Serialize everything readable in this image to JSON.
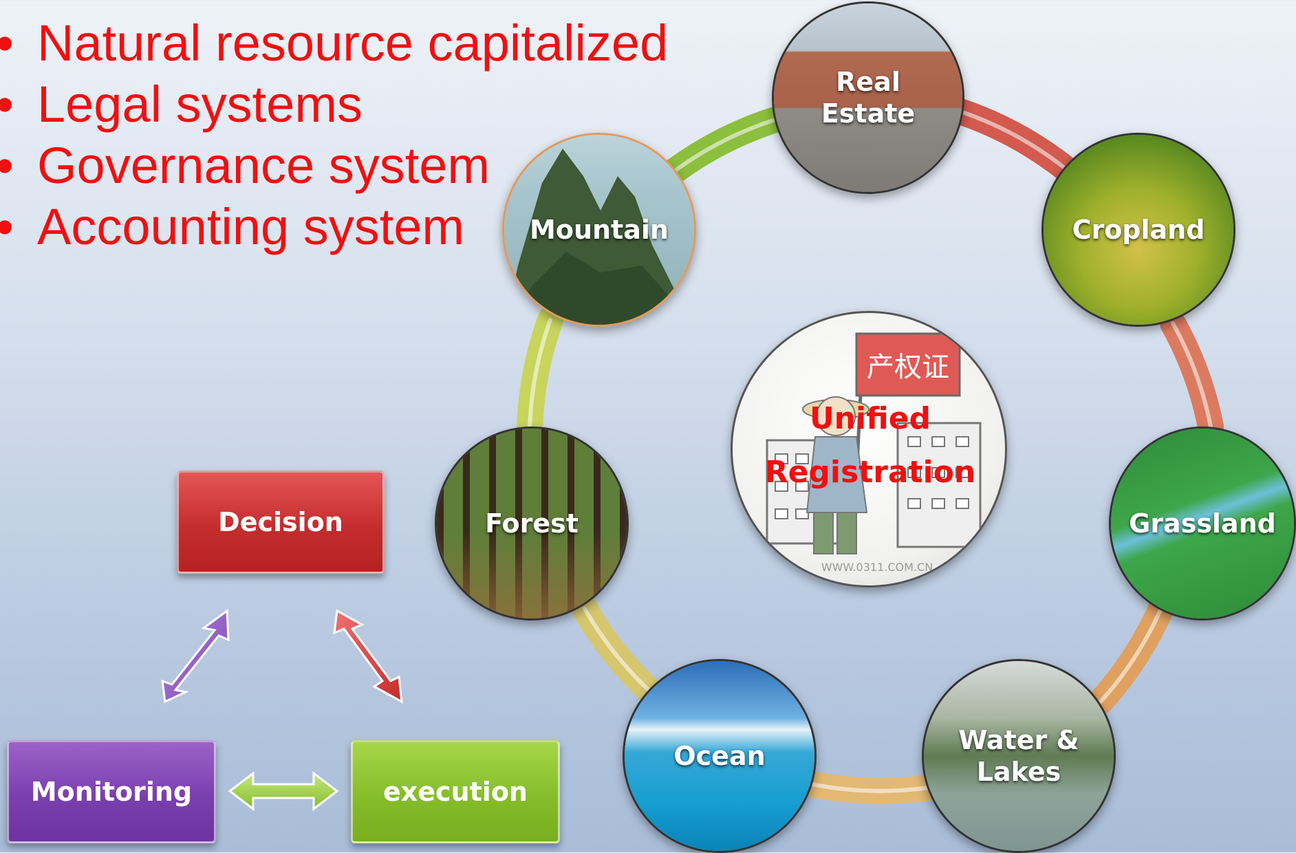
{
  "bullets": [
    "Natural resource capitalized",
    "Legal systems",
    "Governance system",
    "Accounting system"
  ],
  "resource_ring": {
    "nodes": [
      {
        "key": "real-estate",
        "label": "Real\nEstate"
      },
      {
        "key": "cropland",
        "label": "Cropland"
      },
      {
        "key": "grassland",
        "label": "Grassland"
      },
      {
        "key": "water-lakes",
        "label": "Water &\nLakes"
      },
      {
        "key": "ocean",
        "label": "Ocean"
      },
      {
        "key": "forest",
        "label": "Forest"
      },
      {
        "key": "mountain",
        "label": "Mountain"
      }
    ],
    "center": {
      "sign_text": "产权证",
      "watermark": "WWW.0311.COM.CN",
      "title_line1": "Unified",
      "title_line2": "Registration"
    }
  },
  "cycle": {
    "decision": "Decision",
    "monitoring": "Monitoring",
    "execution": "execution"
  },
  "colors": {
    "bullet_text": "#f20f0f",
    "decision": "#c42d2d",
    "monitoring": "#7a3fae",
    "execution": "#86bd2a"
  }
}
